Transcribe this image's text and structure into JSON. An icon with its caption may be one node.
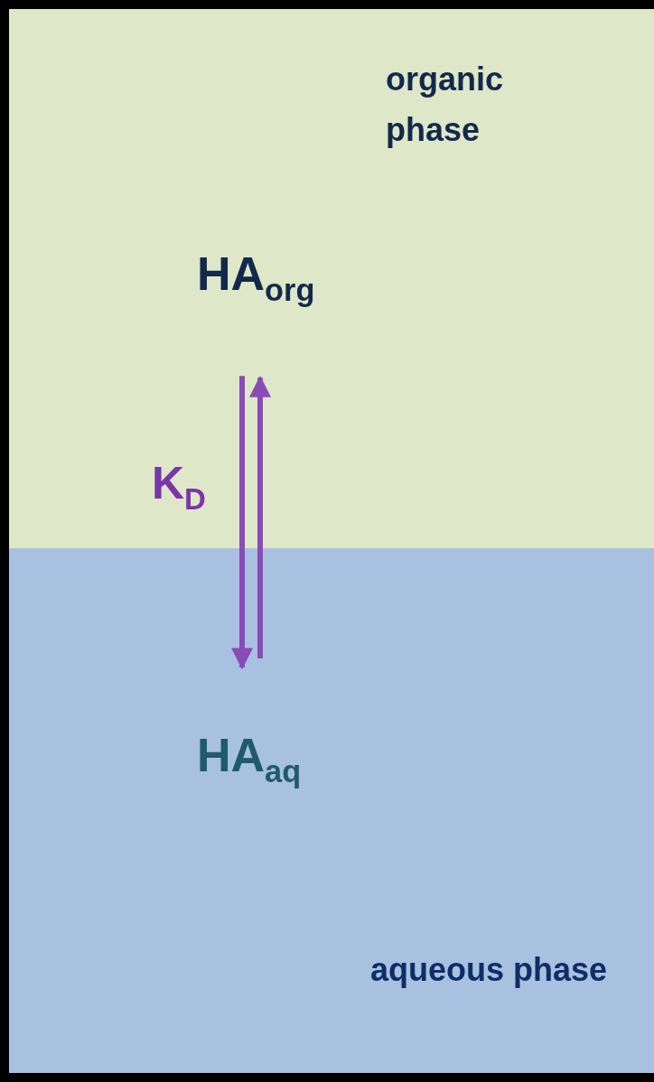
{
  "diagram": {
    "nodes": [
      {
        "text": [
          "organic phase"
        ]
      },
      {
        "text": [
          "aqueous phase"
        ]
      },
      {
        "text": [
          "HA$_{org}$"
        ],
        "in": 0
      },
      {
        "text": [
          "HA$_{aq}$"
        ],
        "in": 1
      }
    ],
    "edges": [
      {
        "from": 2,
        "to": 3,
        "arrow": "to",
        "color": "#8a4bb8"
      },
      {
        "from": 3,
        "to": 2,
        "arrow": "to",
        "color": "#8a4bb8"
      }
    ],
    "labels": [
      "K$_{D}$"
    ]
  }
}
